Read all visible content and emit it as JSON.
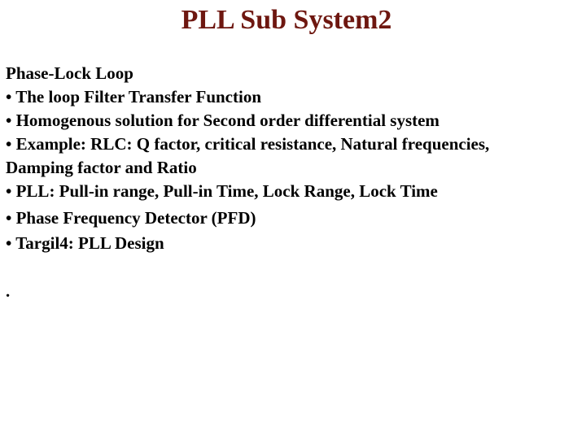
{
  "slide": {
    "title": "PLL Sub System2",
    "title_color": "#6e1710",
    "text_color": "#000000",
    "background_color": "#ffffff",
    "lines": [
      "Phase-Lock Loop",
      "• The loop Filter Transfer Function",
      "• Homogenous solution for Second order differential system",
      "• Example: RLC: Q factor, critical resistance, Natural frequencies,",
      "Damping factor and Ratio",
      "• PLL: Pull-in range, Pull-in Time, Lock Range, Lock Time",
      "• Phase Frequency Detector (PFD)",
      "• Targil4: PLL Design"
    ],
    "trailing_period": "."
  }
}
